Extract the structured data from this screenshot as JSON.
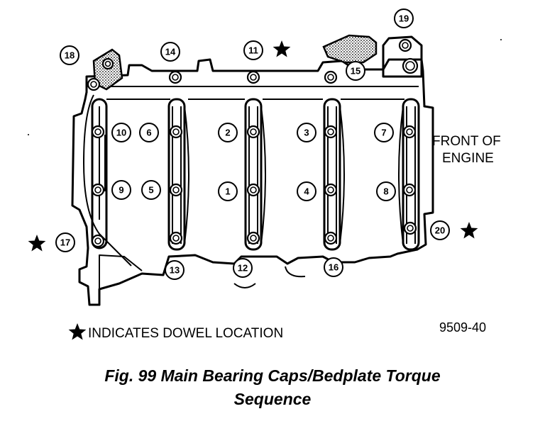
{
  "figure": {
    "caption_line1": "Fig. 99 Main Bearing Caps/Bedplate Torque",
    "caption_line2": "Sequence",
    "reference": "9509-40",
    "front_label_line1": "FRONT OF",
    "front_label_line2": "ENGINE",
    "dowel_legend": "INDICATES DOWEL LOCATION"
  },
  "callouts": [
    "1",
    "2",
    "3",
    "4",
    "5",
    "6",
    "7",
    "8",
    "9",
    "10",
    "11",
    "12",
    "13",
    "14",
    "15",
    "16",
    "17",
    "18",
    "19",
    "20"
  ],
  "icons": {
    "dowel_marker": "star-icon"
  }
}
